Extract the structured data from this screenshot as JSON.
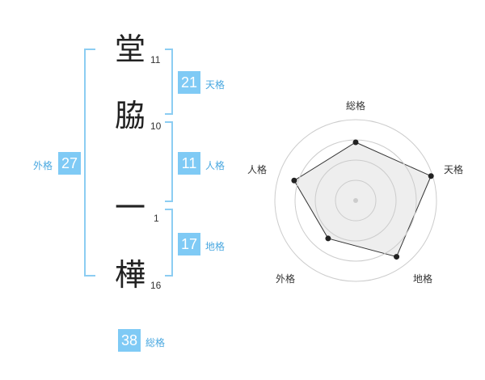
{
  "name": {
    "characters": [
      {
        "char": "堂",
        "strokes": "11"
      },
      {
        "char": "脇",
        "strokes": "10"
      },
      {
        "char": "一",
        "strokes": "1"
      },
      {
        "char": "樺",
        "strokes": "16"
      }
    ]
  },
  "scores": {
    "tenkaku": {
      "value": "21",
      "label": "天格"
    },
    "jinkaku": {
      "value": "11",
      "label": "人格"
    },
    "chikaku": {
      "value": "17",
      "label": "地格"
    },
    "gaikaku": {
      "value": "27",
      "label": "外格"
    },
    "soukaku": {
      "value": "38",
      "label": "総格"
    }
  },
  "chart_data": {
    "type": "radar",
    "axes": [
      "総格",
      "天格",
      "地格",
      "外格",
      "人格"
    ],
    "values": [
      0.72,
      0.98,
      0.86,
      0.58,
      0.8
    ],
    "rmax": 1,
    "rings": 4,
    "colors": {
      "fill": "#eeeeee",
      "line": "#333333",
      "ring": "#cccccc",
      "point": "#222222"
    }
  }
}
